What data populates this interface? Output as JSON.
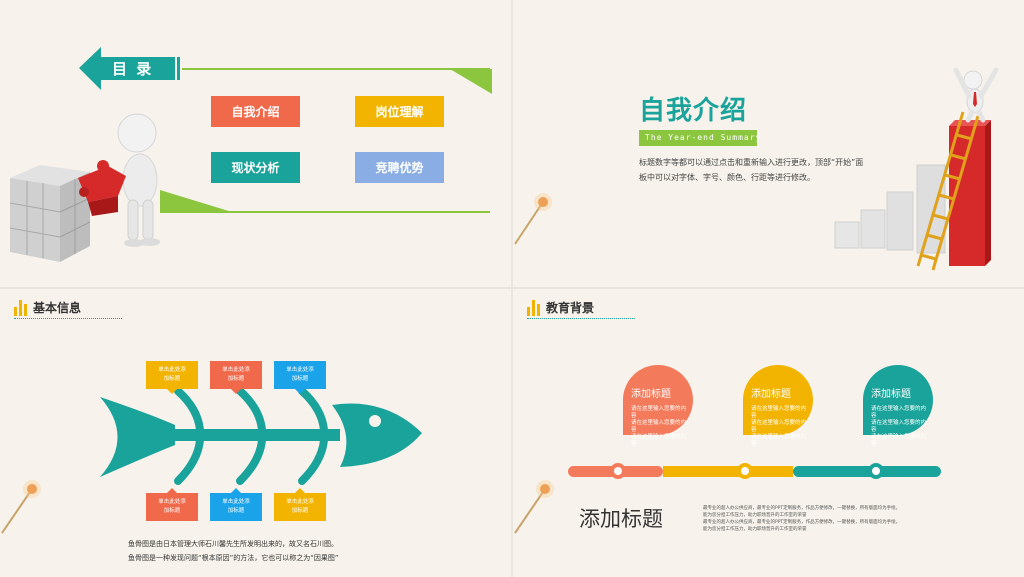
{
  "slide1": {
    "title": "目 录",
    "items": [
      {
        "label": "自我介绍",
        "color": "#f0694a"
      },
      {
        "label": "岗位理解",
        "color": "#f2b400"
      },
      {
        "label": "现状分析",
        "color": "#1aa39a"
      },
      {
        "label": "竞聘优势",
        "color": "#8aaee3"
      }
    ]
  },
  "slide2": {
    "title": "自我介绍",
    "subtitle": "The Year-end Summary",
    "desc_line1": "标题数字等都可以通过点击和重新输入进行更改，顶部“开始”面",
    "desc_line2": "板中可以对字体、字号、颜色、行距等进行修改。"
  },
  "slide3": {
    "title": "基本信息",
    "box_line1": "单击此处添",
    "box_line2": "加标题",
    "top_colors": [
      "#f2b400",
      "#f0694a",
      "#1aa3e8"
    ],
    "bottom_colors": [
      "#f0694a",
      "#1aa3e8",
      "#f2b400"
    ],
    "note_line1": "鱼骨图是由日本管理大师石川馨先生所发明出来的，故又名石川图。",
    "note_line2": "鱼骨图是一种发现问题“根本原因”的方法，它也可以称之为“因果图”"
  },
  "slide4": {
    "title": "教育背景",
    "bubbles": [
      {
        "title": "添加标题",
        "line": "请在这里输入您要的内容",
        "color": "#f37a5a"
      },
      {
        "title": "添加标题",
        "line": "请在这里输入您要的内容",
        "color": "#f2b400"
      },
      {
        "title": "添加标题",
        "line": "请在这里输入您要的内容",
        "color": "#1aa39a"
      }
    ],
    "big_title": "添加标题",
    "para_line1": "最专业的超人办公供应商，最专业的PPT定制服务，作品方便修改，一键替换，所有版面均为手绘。",
    "para_line2": "能为您分担工作压力，助力职场晋升的工作室的荣誉",
    "para_line3": "最专业的超人办公供应商，最专业的PPT定制服务，作品方便修改，一键替换，所有版面均为手绘。",
    "para_line4": "能为您分担工作压力，助力职场晋升的工作室的荣誉"
  }
}
